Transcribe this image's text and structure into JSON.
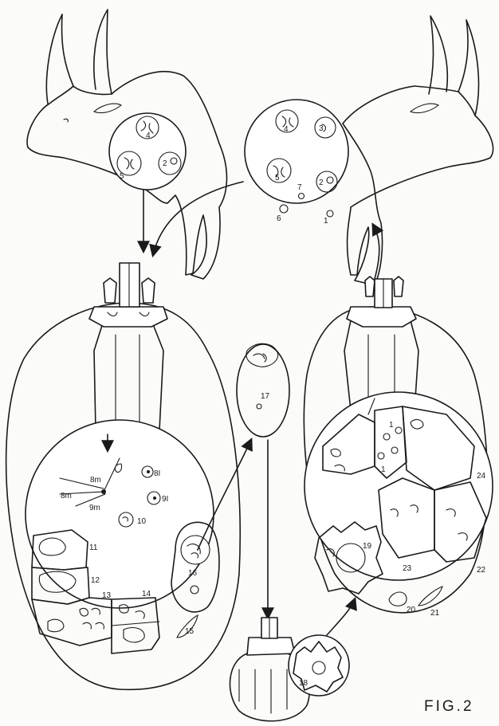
{
  "figure_label": "FIG.2",
  "left_host_stages": [
    "4",
    "5",
    "2"
  ],
  "right_host_stages": [
    "4",
    "3",
    "5",
    "2",
    "7",
    "6",
    "1"
  ],
  "left_tick_stages": [
    "8m",
    "8I",
    "8m",
    "9I",
    "9m",
    "10",
    "11",
    "12",
    "13",
    "14",
    "15",
    "16",
    "17"
  ],
  "right_tick_stages": [
    "1",
    "1",
    "19",
    "23",
    "24",
    "22",
    "20",
    "21"
  ],
  "nymph_stage": "18"
}
